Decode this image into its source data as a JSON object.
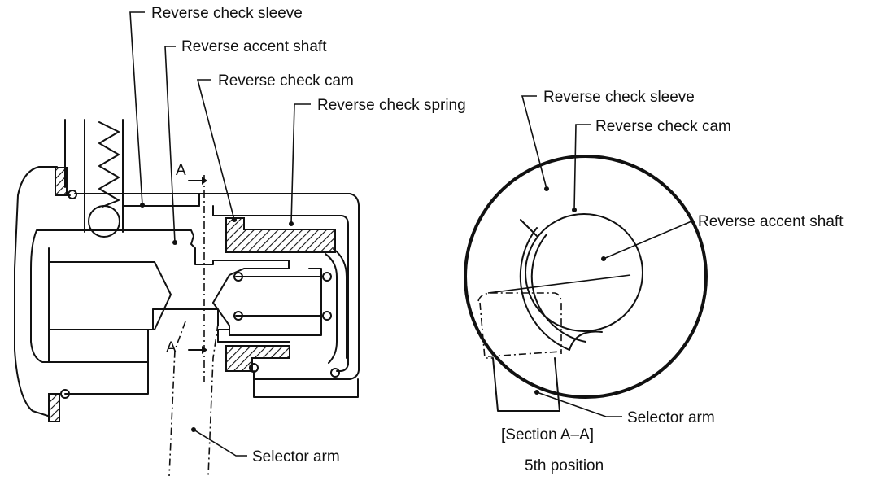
{
  "left_view": {
    "labels": {
      "reverse_check_sleeve": "Reverse check sleeve",
      "reverse_accent_shaft": "Reverse accent shaft",
      "reverse_check_cam": "Reverse check cam",
      "reverse_check_spring": "Reverse check spring",
      "selector_arm": "Selector arm",
      "section_marker_top": "A",
      "section_marker_bottom": "A"
    }
  },
  "right_view": {
    "labels": {
      "reverse_check_sleeve": "Reverse check sleeve",
      "reverse_check_cam": "Reverse check cam",
      "reverse_accent_shaft": "Reverse accent shaft",
      "selector_arm": "Selector arm"
    },
    "caption": "[Section A–A]",
    "subcaption": "5th position"
  }
}
